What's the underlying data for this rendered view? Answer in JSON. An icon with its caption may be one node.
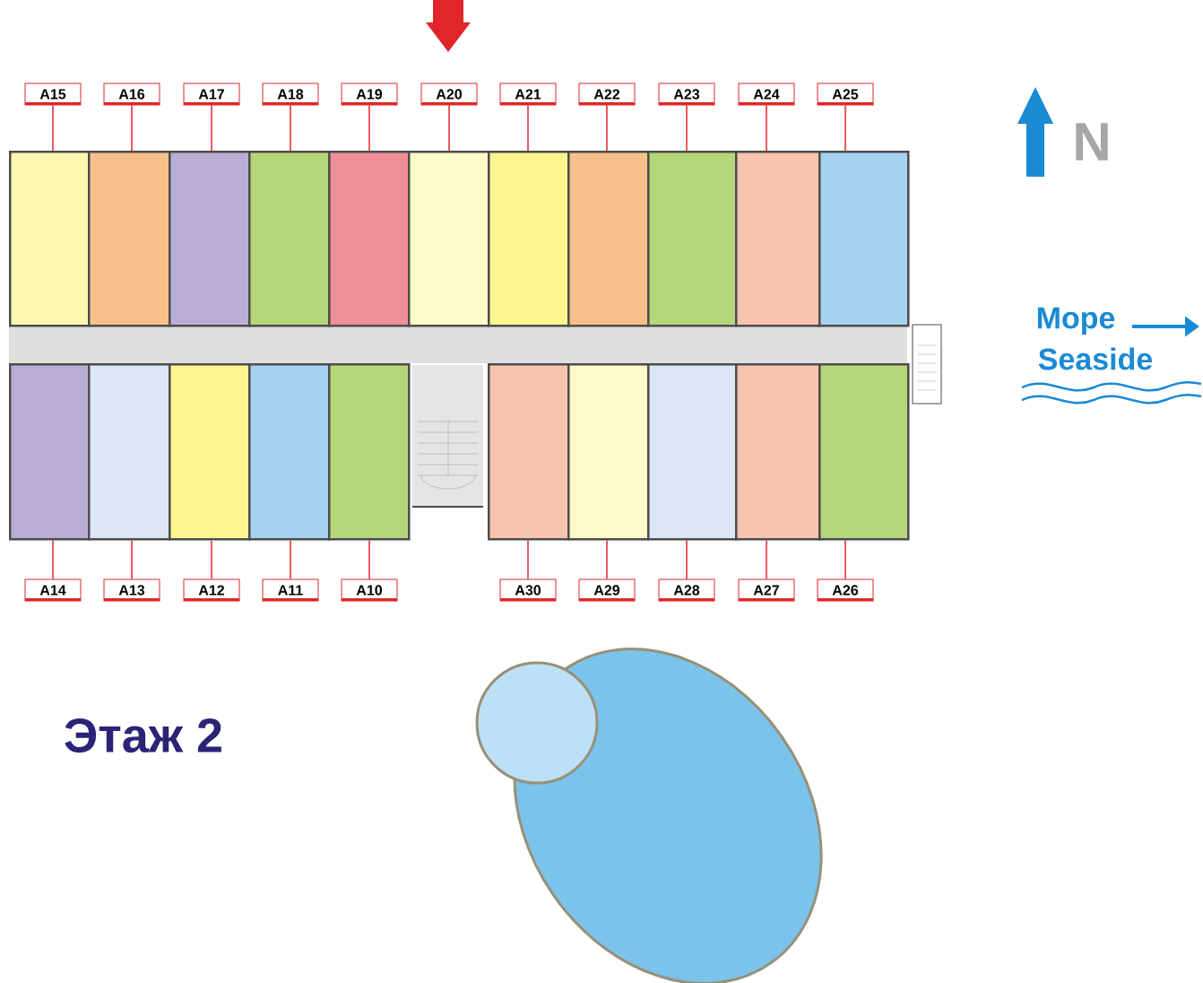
{
  "diagram": {
    "title": "Этаж 2",
    "nodes": [
      {
        "text": [
          "A15"
        ]
      },
      {
        "text": [
          "A16"
        ]
      },
      {
        "text": [
          "A17"
        ]
      },
      {
        "text": [
          "A18"
        ]
      },
      {
        "text": [
          "A19"
        ]
      },
      {
        "text": [
          "A20"
        ]
      },
      {
        "text": [
          "A21"
        ]
      },
      {
        "text": [
          "A22"
        ]
      },
      {
        "text": [
          "A23"
        ]
      },
      {
        "text": [
          "A24"
        ]
      },
      {
        "text": [
          "A25"
        ]
      },
      {
        "text": [],
        "shape": "box"
      },
      {
        "text": [],
        "shape": "box"
      },
      {
        "text": [],
        "shape": "box"
      },
      {
        "text": [],
        "shape": "box"
      },
      {
        "text": [],
        "shape": "box"
      },
      {
        "text": [],
        "shape": "box"
      },
      {
        "text": [],
        "shape": "box"
      },
      {
        "text": [],
        "shape": "box"
      },
      {
        "text": [],
        "shape": "box"
      },
      {
        "text": [],
        "shape": "box"
      },
      {
        "text": [],
        "shape": "box"
      },
      {
        "text": [],
        "shape": "box"
      },
      {
        "text": [],
        "shape": "box"
      },
      {
        "text": [],
        "shape": "box"
      },
      {
        "text": [],
        "shape": "box"
      },
      {
        "text": [],
        "shape": "box"
      },
      {
        "text": [],
        "shape": "box"
      },
      {
        "text": [],
        "shape": "box"
      },
      {
        "text": [],
        "shape": "box"
      },
      {
        "text": [],
        "shape": "box"
      },
      {
        "text": [],
        "shape": "box"
      },
      {
        "text": [
          "A14"
        ]
      },
      {
        "text": [
          "A13"
        ]
      },
      {
        "text": [
          "A12"
        ]
      },
      {
        "text": [
          "A11"
        ]
      },
      {
        "text": [
          "A10"
        ]
      },
      {
        "text": [
          "A30"
        ]
      },
      {
        "text": [
          "A29"
        ]
      },
      {
        "text": [
          "A28"
        ]
      },
      {
        "text": [
          "A27"
        ]
      },
      {
        "text": [
          "A26"
        ]
      }
    ],
    "edges": [
      {
        "from": 0,
        "to": 11,
        "arrow": "none"
      },
      {
        "from": 1,
        "to": 12,
        "arrow": "none"
      },
      {
        "from": 2,
        "to": 13,
        "arrow": "none"
      },
      {
        "from": 3,
        "to": 14,
        "arrow": "none"
      },
      {
        "from": 4,
        "to": 15,
        "arrow": "none"
      },
      {
        "from": 5,
        "to": 16,
        "arrow": "none"
      },
      {
        "from": 6,
        "to": 17,
        "arrow": "none"
      },
      {
        "from": 7,
        "to": 18,
        "arrow": "none"
      },
      {
        "from": 8,
        "to": 19,
        "arrow": "none"
      },
      {
        "from": 9,
        "to": 20,
        "arrow": "none"
      },
      {
        "from": 10,
        "to": 21,
        "arrow": "none"
      },
      {
        "from": 32,
        "to": 22,
        "arrow": "none"
      },
      {
        "from": 33,
        "to": 23,
        "arrow": "none"
      },
      {
        "from": 34,
        "to": 24,
        "arrow": "none"
      },
      {
        "from": 35,
        "to": 25,
        "arrow": "none"
      },
      {
        "from": 36,
        "to": 26,
        "arrow": "none"
      },
      {
        "from": 37,
        "to": 27,
        "arrow": "none"
      },
      {
        "from": 38,
        "to": 28,
        "arrow": "none"
      },
      {
        "from": 39,
        "to": 29,
        "arrow": "none"
      },
      {
        "from": 40,
        "to": 30,
        "arrow": "none"
      },
      {
        "from": 41,
        "to": 31,
        "arrow": "none"
      }
    ],
    "labels": [
      "N",
      "Море",
      "Seaside"
    ]
  }
}
